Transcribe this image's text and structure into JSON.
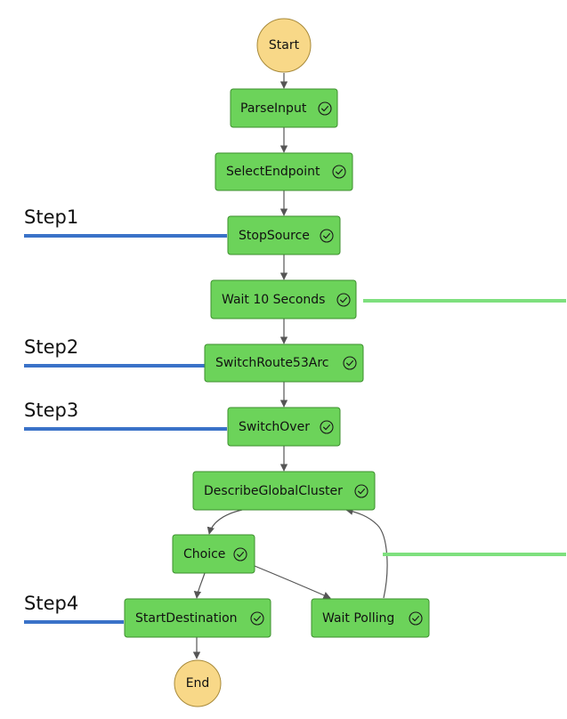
{
  "nodes": {
    "start": "Start",
    "parse_input": "ParseInput",
    "select_endpoint": "SelectEndpoint",
    "stop_source": "StopSource",
    "wait_10": "Wait 10 Seconds",
    "switch_route53": "SwitchRoute53Arc",
    "switch_over": "SwitchOver",
    "describe_global": "DescribeGlobalCluster",
    "choice": "Choice",
    "start_destination": "StartDestination",
    "wait_polling": "Wait Polling",
    "end": "End"
  },
  "steps": {
    "step1": "Step1",
    "step2": "Step2",
    "step3": "Step3",
    "step4": "Step4"
  },
  "colors": {
    "task": "#6cd35a",
    "terminal": "#f8d888",
    "step_marker": "#3a72c8",
    "highlight_marker": "#7ee07e"
  },
  "icons": {
    "status": "check-circle-icon"
  }
}
